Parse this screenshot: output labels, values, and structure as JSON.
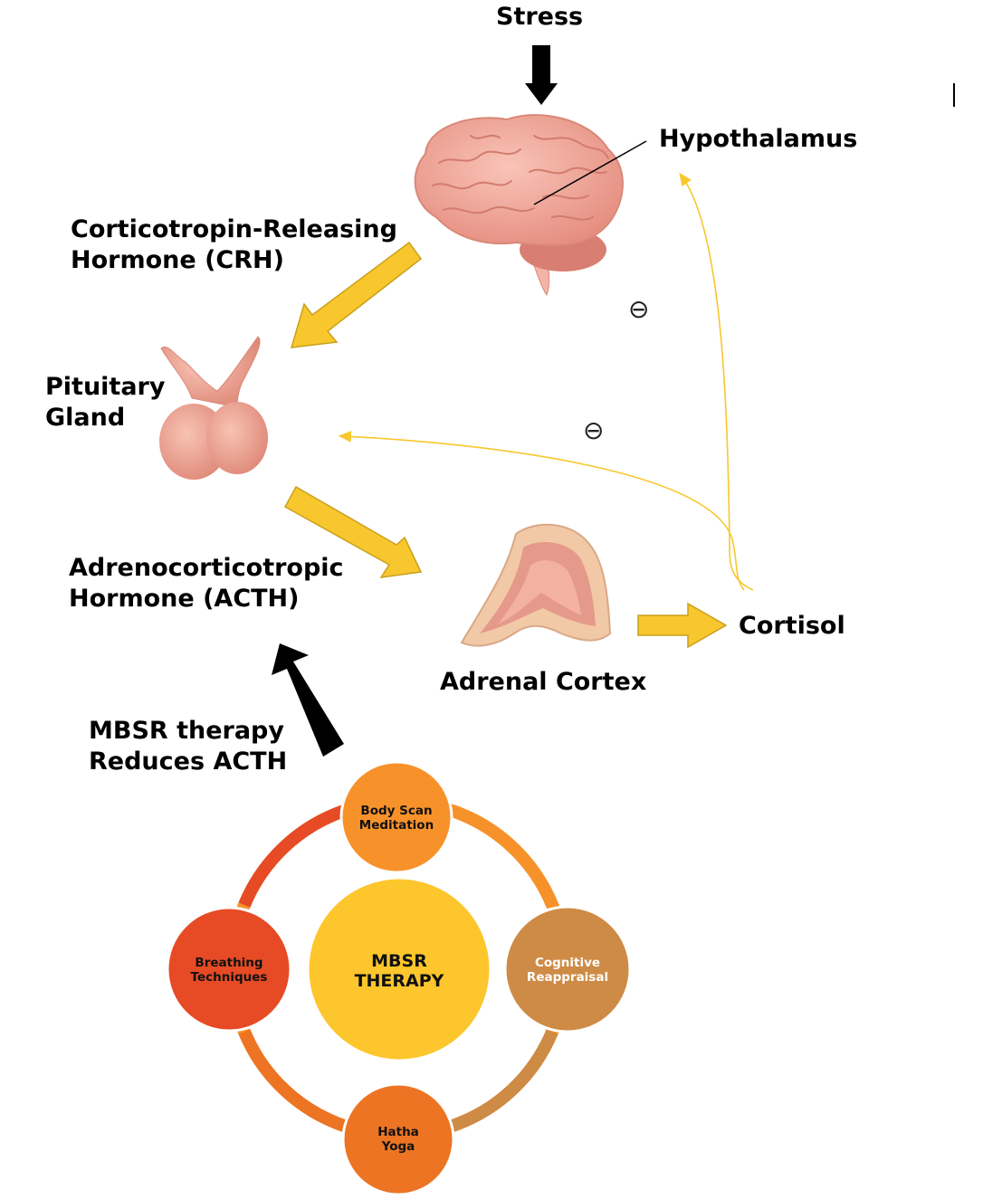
{
  "labels": {
    "stress": "Stress",
    "hypothalamus": "Hypothalamus",
    "crh_line1": "Corticotropin-Releasing",
    "crh_line2": "Hormone (CRH)",
    "pituitary_line1": "Pituitary",
    "pituitary_line2": "Gland",
    "acth_line1": "Adrenocorticotropic",
    "acth_line2": "Hormone (ACTH)",
    "adrenal_cortex": "Adrenal Cortex",
    "cortisol": "Cortisol",
    "mbsr_line1": "MBSR therapy",
    "mbsr_line2": "Reduces ACTH",
    "inhibit_symbol": "⊖"
  },
  "cycle": {
    "center_line1": "MBSR",
    "center_line2": "THERAPY",
    "top_line1": "Body Scan",
    "top_line2": "Meditation",
    "right_line1": "Cognitive",
    "right_line2": "Reappraisal",
    "bottom_line1": "Hatha",
    "bottom_line2": "Yoga",
    "left_line1": "Breathing",
    "left_line2": "Techniques"
  },
  "colors": {
    "yellow_arrow": "#F8C72E",
    "yellow_arrow_stroke": "#C9A01A",
    "center": "#FDC62C",
    "top": "#F7922B",
    "right": "#CE8B45",
    "bottom": "#EC7423",
    "left": "#E64B25",
    "brain": "#F3A79A",
    "pituitary": "#F0A596"
  }
}
